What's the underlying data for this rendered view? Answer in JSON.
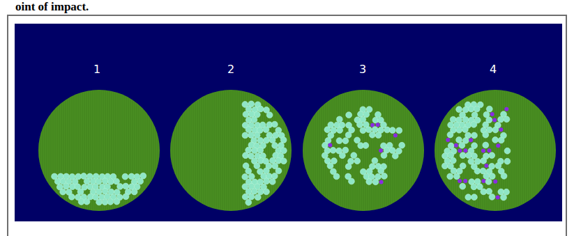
{
  "diagram": {
    "labels": [
      "oint of impact.",
      "1",
      "2",
      "3",
      "4"
    ]
  }
}
